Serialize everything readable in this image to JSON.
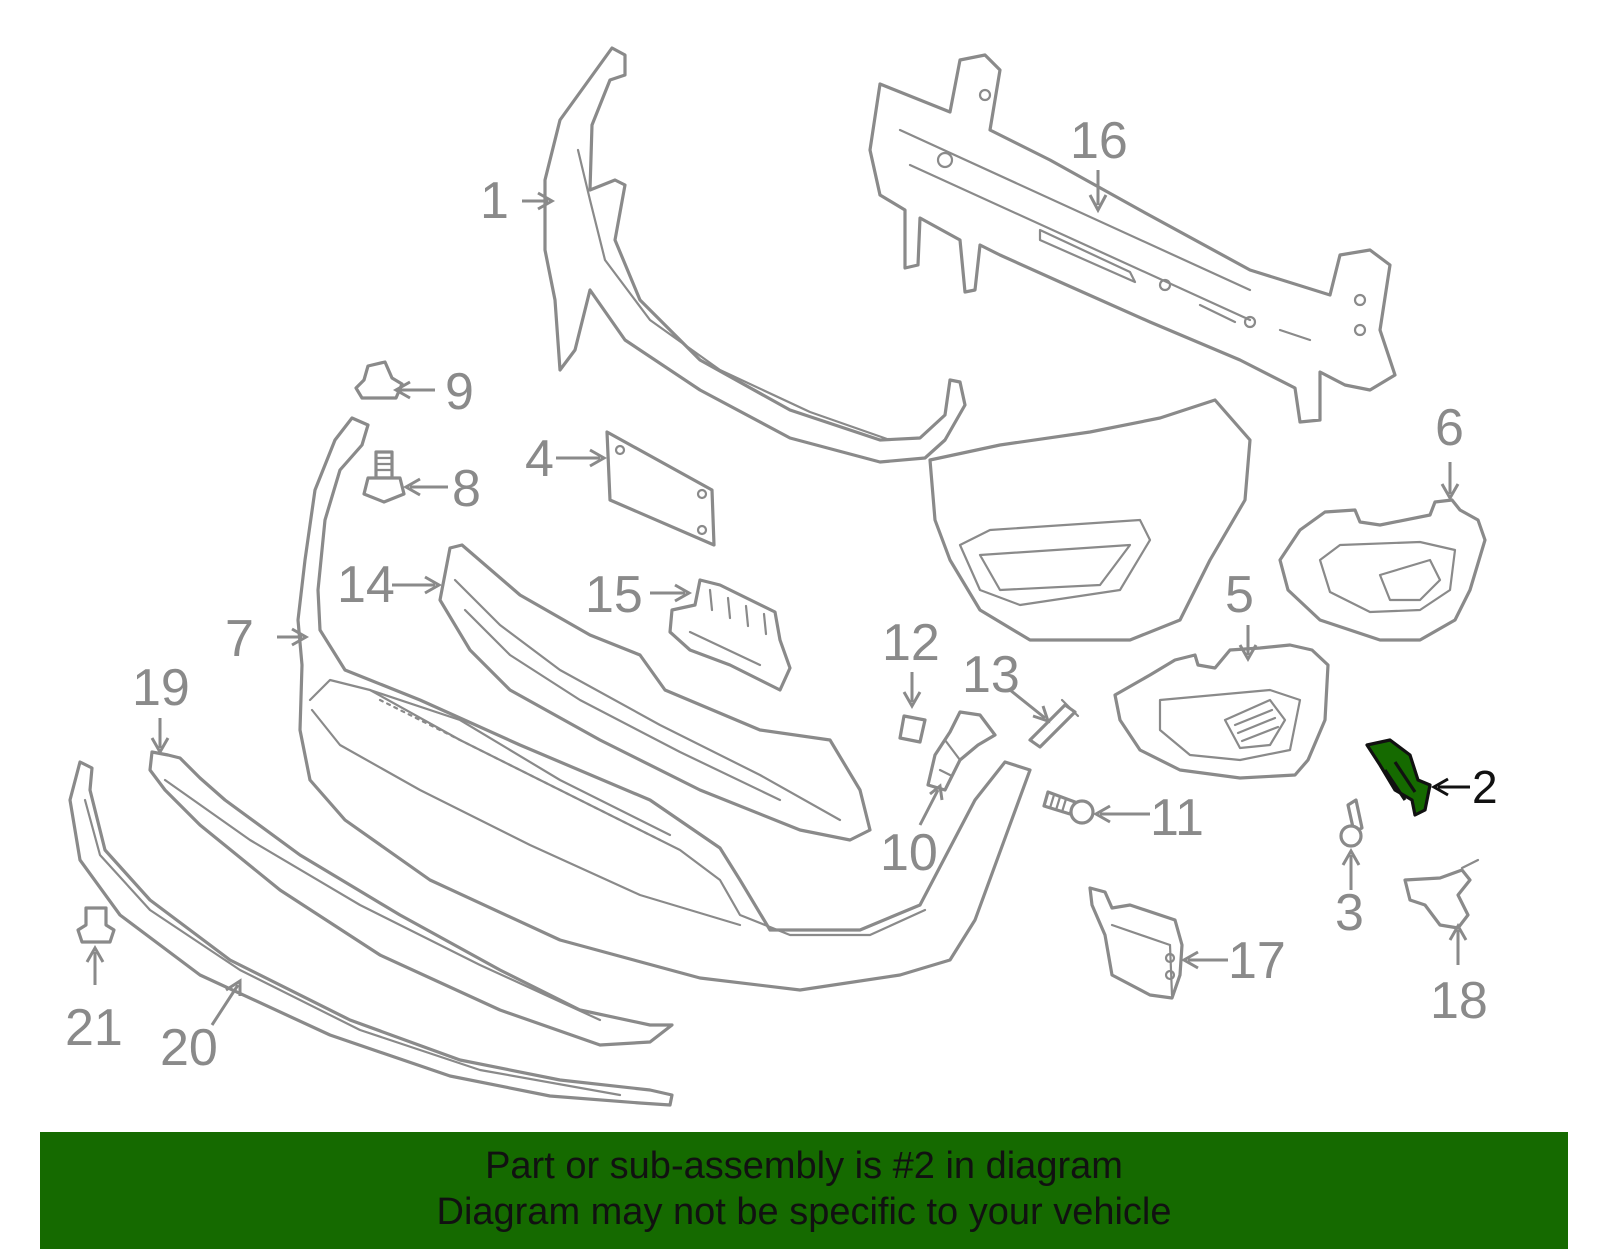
{
  "colors": {
    "line": "#8a8a8a",
    "highlight_fill": "#156a00",
    "highlight_stroke": "#111111",
    "banner_bg": "#156a00",
    "banner_text": "#111111"
  },
  "highlighted_part": "2",
  "callouts": {
    "c1": "1",
    "c2": "2",
    "c3": "3",
    "c4": "4",
    "c5": "5",
    "c6": "6",
    "c7": "7",
    "c8": "8",
    "c9": "9",
    "c10": "10",
    "c11": "11",
    "c12": "12",
    "c13": "13",
    "c14": "14",
    "c15": "15",
    "c16": "16",
    "c17": "17",
    "c18": "18",
    "c19": "19",
    "c20": "20",
    "c21": "21"
  },
  "banner": {
    "line1": "Part or sub-assembly is #2 in diagram",
    "line2": "Diagram may not be specific to your vehicle"
  }
}
